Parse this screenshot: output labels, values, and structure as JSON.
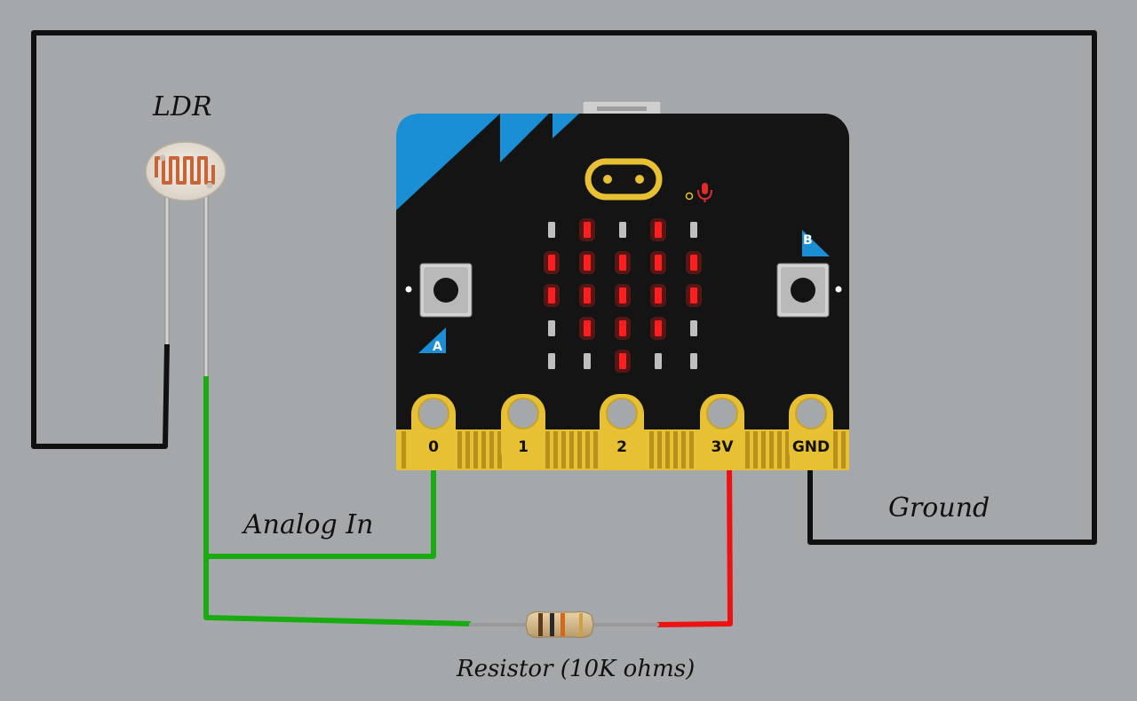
{
  "labels": {
    "ldr": "LDR",
    "analog_in": "Analog In",
    "ground": "Ground",
    "resistor": "Resistor (10K ohms)"
  },
  "board": {
    "pins": [
      "0",
      "1",
      "2",
      "3V",
      "GND"
    ],
    "button_a": "A",
    "button_b": "B",
    "led_matrix": [
      [
        0,
        1,
        0,
        1,
        0
      ],
      [
        1,
        1,
        1,
        1,
        1
      ],
      [
        1,
        1,
        1,
        1,
        1
      ],
      [
        0,
        1,
        1,
        1,
        0
      ],
      [
        0,
        0,
        1,
        0,
        0
      ]
    ]
  },
  "colors": {
    "background": "#a5a8ab",
    "board": "#141414",
    "board_accent": "#1b8fd6",
    "gold": "#e7c133",
    "led_on": "#ff1e1e",
    "led_off": "#bfbfbf",
    "wire_black": "#111111",
    "wire_green": "#19ab12",
    "wire_red": "#ee1111"
  }
}
